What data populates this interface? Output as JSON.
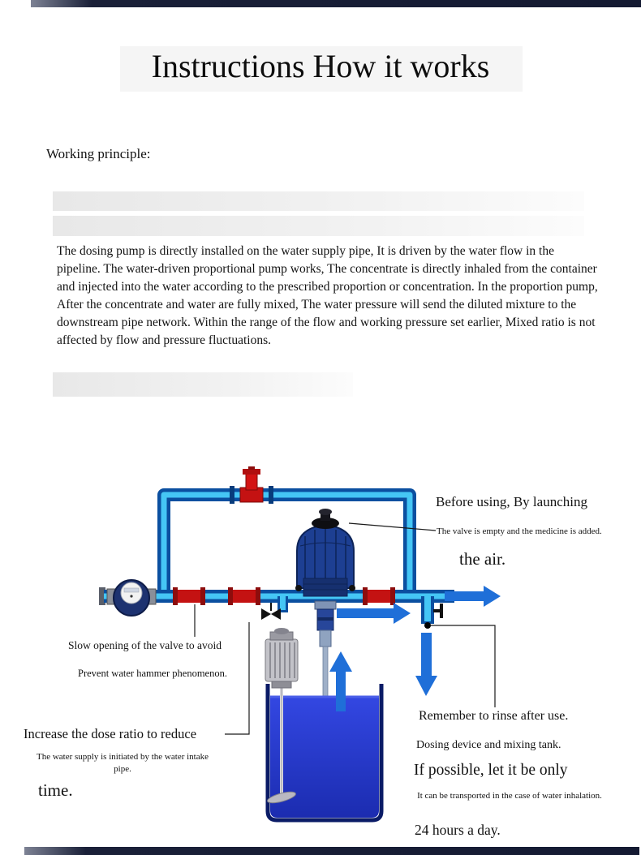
{
  "header": {
    "title": "Instructions How it works",
    "subtitle": "Working principle:"
  },
  "body": {
    "paragraph": "The dosing pump is directly installed on the water supply pipe, It is driven by the water flow in the pipeline. The water-driven proportional pump works, The concentrate is directly inhaled from the container and injected into the water according to the prescribed proportion or concentration. In the proportion pump, After the concentrate and water are fully mixed, The water pressure will send the diluted mixture to the downstream pipe network. Within the range of the flow and working pressure set earlier, Mixed ratio is not affected by flow and pressure fluctuations."
  },
  "diagram_labels": {
    "before_using": "Before using, By launching",
    "valve_empty": "The valve is empty and the medicine is added.",
    "the_air": "the air.",
    "slow_opening": "Slow opening of the valve to avoid",
    "prevent_hammer": "Prevent water hammer phenomenon.",
    "increase_dose": "Increase the dose ratio to reduce",
    "water_supply": "The water supply is initiated by the water intake pipe.",
    "time": "time.",
    "remember_rinse": "Remember to rinse after use.",
    "dosing_device": "Dosing device and mixing tank.",
    "if_possible": "If possible, let it be only",
    "transported": "It can be transported in the case of water inhalation.",
    "hours": "24 hours a day."
  },
  "colors": {
    "bar_navy": "#141a32",
    "pipe_blue": "#0b4fa0",
    "pipe_inner_cyan": "#45c6f5",
    "valve_red": "#c41212",
    "pump_body_blue": "#1d3f92",
    "tank_liquid_blue": "#2638c8",
    "arrow_blue": "#1f6fd8"
  }
}
